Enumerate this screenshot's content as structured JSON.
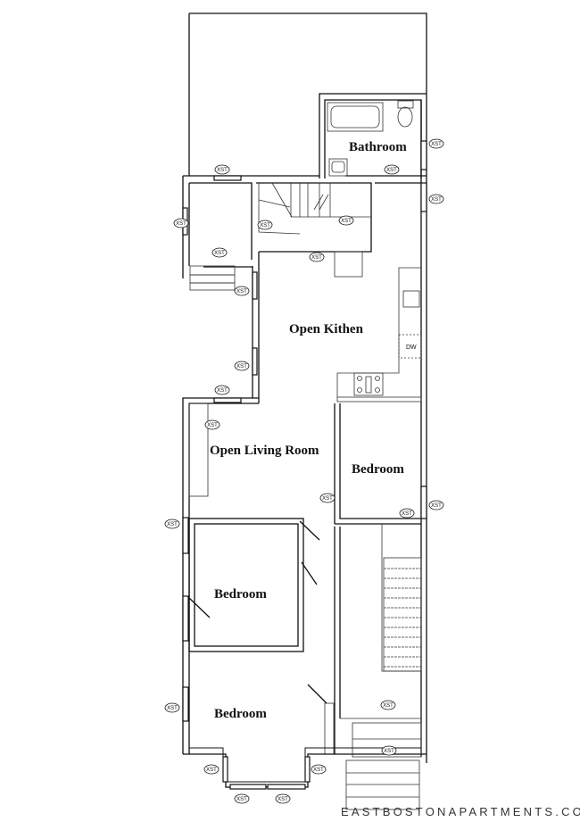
{
  "plan": {
    "rooms": {
      "bathroom": "Bathroom",
      "kitchen": "Open Kithen",
      "living_room": "Open Living Room",
      "bedroom_right": "Bedroom",
      "bedroom_middle": "Bedroom",
      "bedroom_front": "Bedroom"
    },
    "window_tag": "XST",
    "dishwasher_label": "DW",
    "watermark": "EASTBOSTONAPARTMENTS.COM"
  }
}
